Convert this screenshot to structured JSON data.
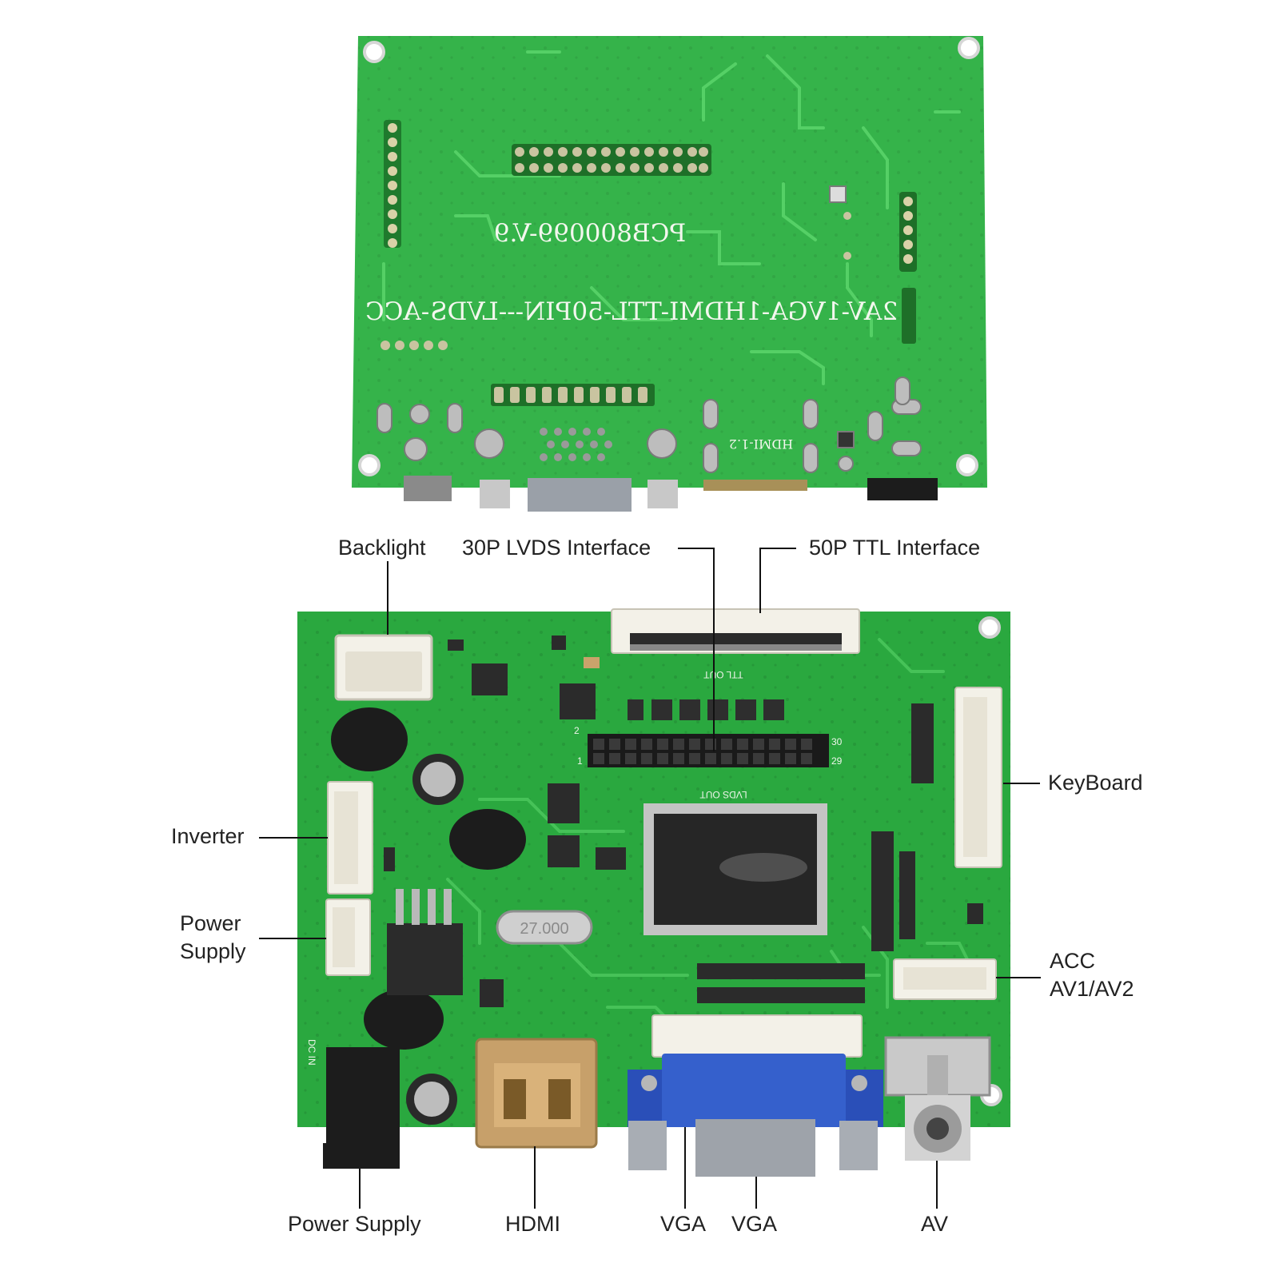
{
  "back_board": {
    "labels": {
      "pcb_id": "PCB800099-V.9",
      "model": "2AV-1VGA-1HDMI-TTL-50PIN---LVDS-ACC",
      "hdmi": "HDMI-1.2"
    }
  },
  "front_board": {
    "labels": {
      "ttl_out": "TTL OUT",
      "lvds_out": "LVDS OUT",
      "crystal": "27.000",
      "dc_in": "DC IN",
      "pin_30": "30",
      "pin_29": "29",
      "pin_2": "2",
      "pin_1": "1"
    }
  },
  "callouts": {
    "backlight": "Backlight",
    "lvds": "30P LVDS Interface",
    "ttl": "50P TTL Interface",
    "keyboard": "KeyBoard",
    "inverter": "Inverter",
    "power_supply_side_1": "Power",
    "power_supply_side_2": "Supply",
    "acc": "ACC",
    "av12": "AV1/AV2",
    "power_supply_bottom": "Power Supply",
    "hdmi": "HDMI",
    "vga_1": "VGA",
    "vga_2": "VGA",
    "av": "AV"
  },
  "colors": {
    "pcb_back": "#35b34a",
    "pcb_front": "#2aa83f",
    "trace": "#4ccf5d",
    "silkscreen": "#f2f7ee",
    "vga_blue": "#2a4fb8",
    "connector_white": "#f3f1e8"
  }
}
